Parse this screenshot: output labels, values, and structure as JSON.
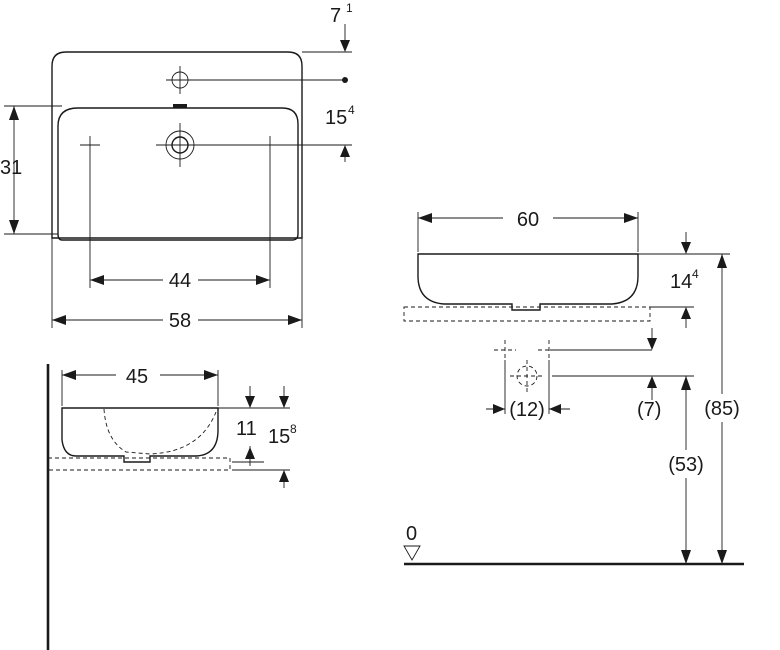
{
  "top_view": {
    "dim_7": "7",
    "dim_7_sup": "1",
    "dim_15": "15",
    "dim_15_sup": "4",
    "dim_31": "31",
    "dim_44": "44",
    "dim_58": "58"
  },
  "side_view": {
    "dim_45": "45",
    "dim_11": "11",
    "dim_15": "15",
    "dim_15_sup": "8"
  },
  "front_view": {
    "dim_60": "60",
    "dim_14": "14",
    "dim_14_sup": "4",
    "dim_12": "(12)",
    "dim_7": "(7)",
    "dim_53": "(53)",
    "dim_85": "(85)",
    "floor_label": "0"
  }
}
